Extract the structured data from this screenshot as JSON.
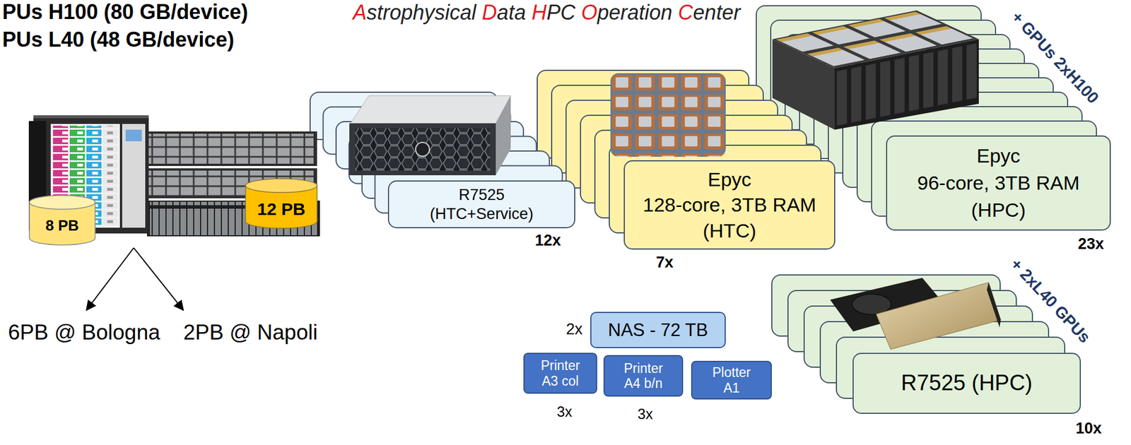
{
  "diagram": {
    "title": "Astrophysical Data HPC Operation Center",
    "nodes": [
      {
        "text": [
          "8 PB"
        ]
      },
      {
        "text": [
          "12 PB"
        ]
      },
      {
        "text": [
          "R7525",
          "(HTC+Service)"
        ]
      },
      {
        "text": [
          "Epyc",
          "128-core, 3TB RAM",
          "(HTC)"
        ]
      },
      {
        "text": [
          "Epyc",
          "96-core, 3TB RAM",
          "(HPC)"
        ]
      },
      {
        "text": [
          "NAS - 72 TB"
        ]
      },
      {
        "text": [
          "Printer",
          "A3 col"
        ]
      },
      {
        "text": [
          "Printer",
          "A4 b/n"
        ]
      },
      {
        "text": [
          "Plotter",
          "A1"
        ]
      },
      {
        "text": [
          "R7525 (HPC)"
        ]
      }
    ],
    "labels": [
      "PUs H100 (80 GB/device)",
      "PUs L40 (48 GB/device)",
      "6PB @ Bologna",
      "2PB @ Napoli",
      "12x",
      "7x",
      "+ GPUs 2xH100",
      "23x",
      "2x",
      "3x",
      "3x",
      "+ 2xL40 GPUs",
      "10x"
    ]
  }
}
